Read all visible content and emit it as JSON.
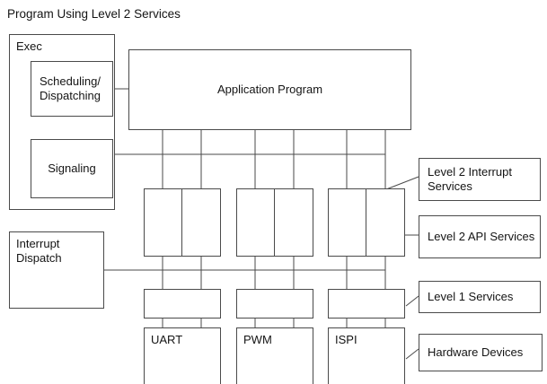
{
  "title": "Program Using Level 2 Services",
  "boxes": {
    "exec": {
      "label": "Exec"
    },
    "scheduling": {
      "label": "Scheduling/\nDispatching"
    },
    "signaling": {
      "label": "Signaling"
    },
    "application": {
      "label": "Application Program"
    },
    "interrupt_dispatch": {
      "label": "Interrupt\nDispatch"
    },
    "uart": {
      "label": "UART"
    },
    "pwm": {
      "label": "PWM"
    },
    "ispi": {
      "label": "ISPI"
    },
    "level2_interrupt": {
      "label": "Level 2 Interrupt Services"
    },
    "level2_api": {
      "label": "Level 2 API Services"
    },
    "level1_services": {
      "label": "Level 1 Services"
    },
    "hardware_devices": {
      "label": "Hardware Devices"
    }
  },
  "colors": {
    "stroke": "#4a4a4a",
    "text": "#141414",
    "background": "#ffffff"
  }
}
